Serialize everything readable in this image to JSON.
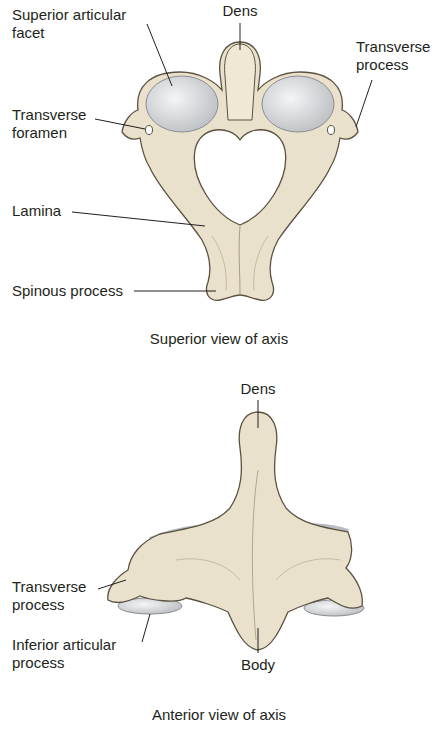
{
  "diagram": {
    "labels": [
      "Dens",
      "Superior articular facet",
      "Transverse process",
      "Transverse foramen",
      "Lamina",
      "Spinous process",
      "Superior view of axis",
      "Dens",
      "Transverse process",
      "Inferior articular process",
      "Body",
      "Anterior view of axis"
    ]
  }
}
